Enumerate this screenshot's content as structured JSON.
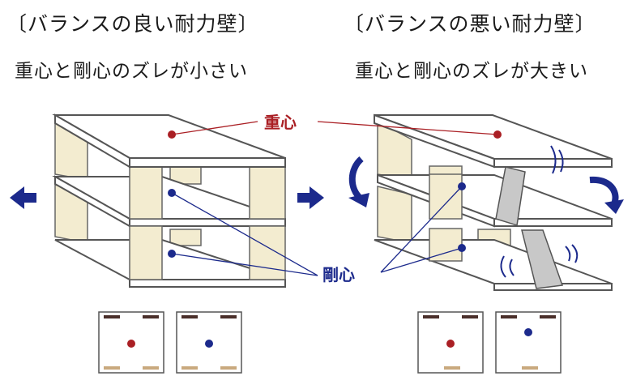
{
  "left_panel": {
    "heading": "〔バランスの良い耐力壁〕",
    "subheading": "重心と剛心のズレが小さい"
  },
  "right_panel": {
    "heading": "〔バランスの悪い耐力壁〕",
    "subheading": "重心と剛心のズレが大きい"
  },
  "callouts": {
    "center_of_gravity": "重心",
    "center_of_rigidity": "剛心"
  },
  "colors": {
    "gravity": "#aa1f24",
    "rigidity": "#1c2a8c",
    "wall": "#f3ecd0",
    "wall_stroke": "#5a5a5a",
    "damaged_wall": "#c8c8c8",
    "arrow": "#1c2a8c",
    "plan_top_wall": "#4a2f2a",
    "plan_bottom_wall": "#c9a97e"
  },
  "icons": [
    "left-arrow-icon",
    "right-arrow-icon",
    "rotation-arrow-icon",
    "shake-marks-icon"
  ]
}
